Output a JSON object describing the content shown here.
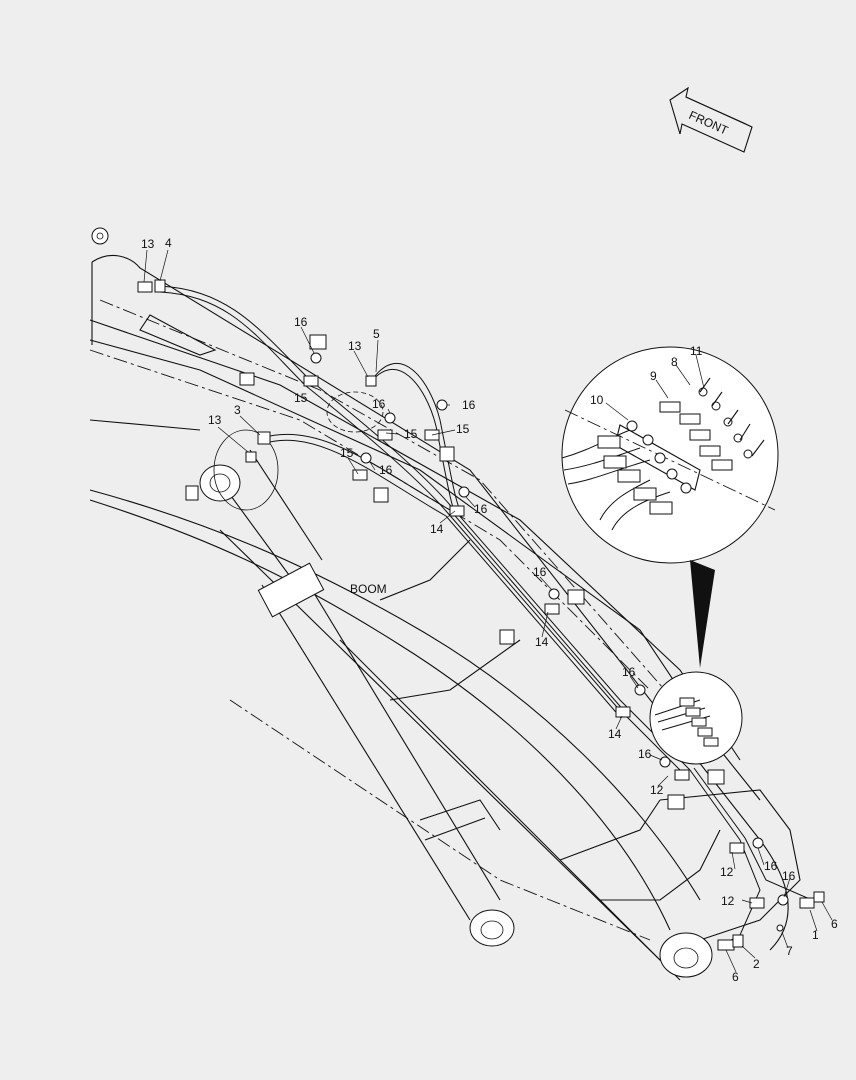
{
  "direction_arrow": {
    "label": "FRONT"
  },
  "boom_label": "BOOM",
  "callouts": {
    "c1": "13",
    "c2": "4",
    "c3": "16",
    "c4": "15",
    "c5": "13",
    "c6": "5",
    "c7": "16",
    "c8": "15",
    "c9": "16",
    "c10": "15",
    "c11": "13",
    "c12": "3",
    "c13": "15",
    "c14": "16",
    "c15": "14",
    "c16": "16",
    "c17": "16",
    "c18": "14",
    "c19": "16",
    "c20": "14",
    "c21": "16",
    "c22": "12",
    "c23": "16",
    "c24": "12",
    "c25": "12",
    "c26": "16",
    "c27": "1",
    "c28": "6",
    "c29": "2",
    "c30": "7",
    "c31": "6",
    "c32": "11",
    "c33": "8",
    "c34": "9",
    "c35": "10"
  }
}
